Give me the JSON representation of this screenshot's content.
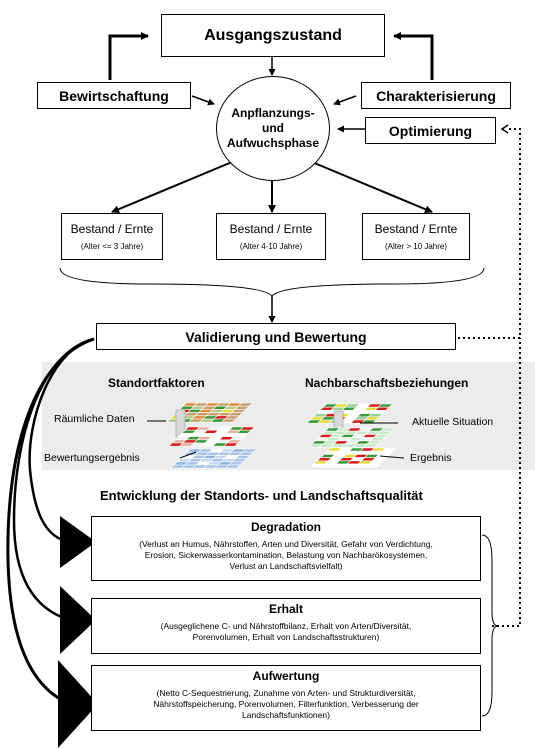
{
  "top": {
    "initial_state": "Ausgangszustand"
  },
  "inputs": {
    "management": "Bewirtschaftung",
    "characterization": "Charakterisierung",
    "optimization": "Optimierung"
  },
  "phase": {
    "line1": "Anpflanzungs-",
    "line2": "und",
    "line3": "Aufwuchsphase"
  },
  "stands": [
    {
      "title": "Bestand / Ernte",
      "age": "(Alter <= 3 Jahre)"
    },
    {
      "title": "Bestand / Ernte",
      "age": "(Alter 4-10 Jahre)"
    },
    {
      "title": "Bestand / Ernte",
      "age": "(Alter > 10 Jahre)"
    }
  ],
  "validation": "Validierung und Bewertung",
  "site_factors": {
    "title": "Standortfaktoren",
    "spatial_data": "Räumliche Daten",
    "assessment_result": "Bewertungsergebnis"
  },
  "neighbourhood": {
    "title": "Nachbarschaftsbeziehungen",
    "current": "Aktuelle Situation",
    "result": "Ergebnis"
  },
  "development_title": "Entwicklung der Standorts- und Landschaftsqualität",
  "outcomes": [
    {
      "title": "Degradation",
      "lines": [
        "(Verlust an Humus, Nährstoffen, Arten und Diversität, Gefahr von Verdichtung,",
        "Erosion, Sickerwasserkontamination, Belastung von Nachbarökosystemen,",
        "Verlust an Landschaftsvielfalt)"
      ]
    },
    {
      "title": "Erhalt",
      "lines": [
        "(Ausgeglichene C- und Nährstoffbilanz, Erhalt von Arten/Diversität,",
        "Porenvolumen, Erhalt von Landschaftsstrukturen)"
      ]
    },
    {
      "title": "Aufwertung",
      "lines": [
        "(Netto C-Sequestrierung, Zunahme von Arten- und Strukturdiversität,",
        "Nährstoffspeicherung, Porenvolumen, Filterfunktion, Verbesserung der",
        "Landschaftsfunktionen)"
      ]
    }
  ],
  "colors": {
    "grid_green": "#3a9a3a",
    "grid_red": "#d21e1e",
    "grid_orange": "#e08a3a",
    "grid_yellow": "#e6dc3c",
    "grid_blue": "#8fb4e0",
    "panel_bg": "#ececec"
  }
}
